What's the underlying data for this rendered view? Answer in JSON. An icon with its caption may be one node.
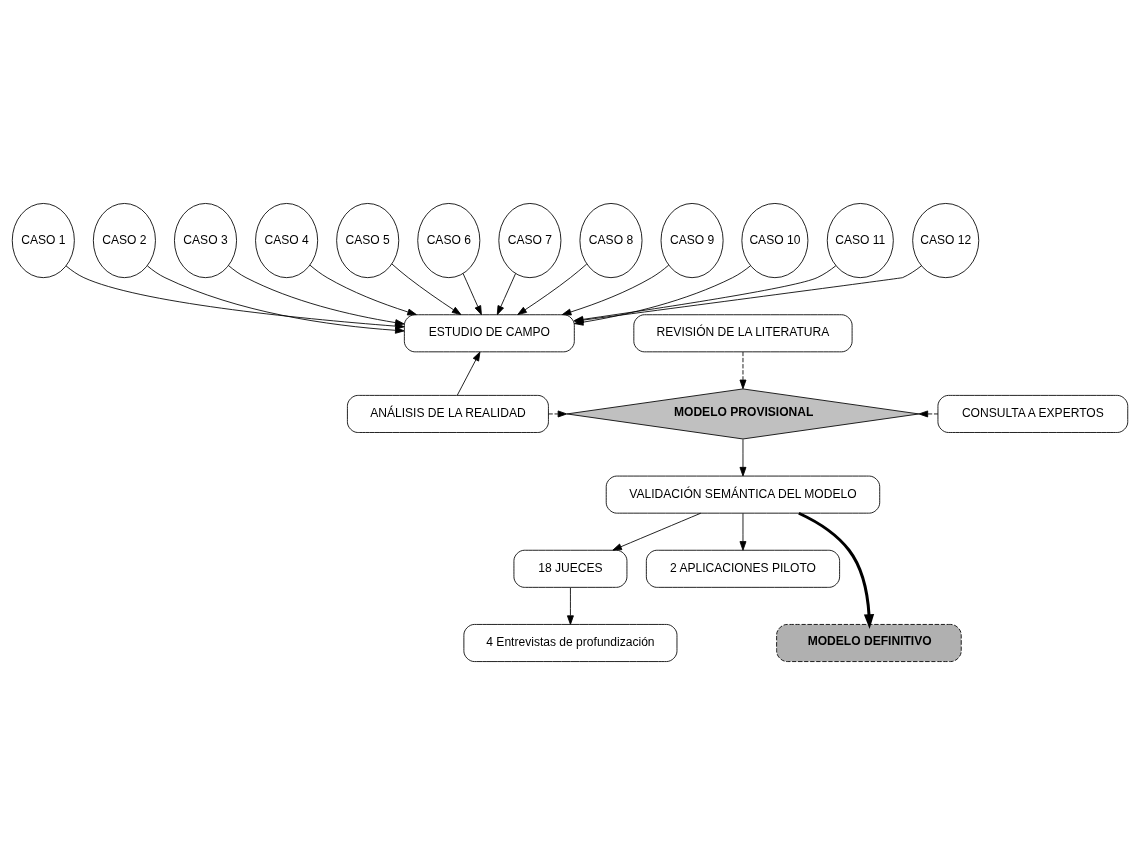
{
  "diagram": {
    "nodes": [
      {
        "text": [
          "CASO 1"
        ]
      },
      {
        "text": [
          "CASO 2"
        ]
      },
      {
        "text": [
          "CASO 3"
        ]
      },
      {
        "text": [
          "CASO 4"
        ]
      },
      {
        "text": [
          "CASO 5"
        ]
      },
      {
        "text": [
          "CASO 6"
        ]
      },
      {
        "text": [
          "CASO 7"
        ]
      },
      {
        "text": [
          "CASO 8"
        ]
      },
      {
        "text": [
          "CASO 9"
        ]
      },
      {
        "text": [
          "CASO 10"
        ]
      },
      {
        "text": [
          "CASO 11"
        ]
      },
      {
        "text": [
          "CASO 12"
        ]
      },
      {
        "text": [
          "ESTUDIO DE CAMPO"
        ]
      },
      {
        "text": [
          "REVISIÓN DE LA LITERATURA"
        ]
      },
      {
        "text": [
          "ANÁLISIS DE LA REALIDAD"
        ]
      },
      {
        "text": [
          "MODELO PROVISIONAL"
        ]
      },
      {
        "text": [
          "CONSULTA A EXPERTOS"
        ]
      },
      {
        "text": [
          "VALIDACIÓN SEMÁNTICA DEL MODELO"
        ]
      },
      {
        "text": [
          "18 JUECES"
        ]
      },
      {
        "text": [
          "2 APLICACIONES PILOTO"
        ]
      },
      {
        "text": [
          "4 Entrevistas de profundización"
        ]
      },
      {
        "text": [
          "MODELO DEFINITIVO"
        ]
      }
    ],
    "edges": [
      {
        "from": 0,
        "to": 12,
        "arrow": "to"
      },
      {
        "from": 1,
        "to": 12,
        "arrow": "to"
      },
      {
        "from": 2,
        "to": 12,
        "arrow": "to"
      },
      {
        "from": 3,
        "to": 12,
        "arrow": "to"
      },
      {
        "from": 4,
        "to": 12,
        "arrow": "to"
      },
      {
        "from": 5,
        "to": 12,
        "arrow": "to"
      },
      {
        "from": 6,
        "to": 12,
        "arrow": "to"
      },
      {
        "from": 7,
        "to": 12,
        "arrow": "to"
      },
      {
        "from": 8,
        "to": 12,
        "arrow": "to"
      },
      {
        "from": 9,
        "to": 12,
        "arrow": "to"
      },
      {
        "from": 10,
        "to": 12,
        "arrow": "to"
      },
      {
        "from": 11,
        "to": 12,
        "arrow": "to"
      },
      {
        "from": 14,
        "to": 12,
        "arrow": "to"
      },
      {
        "from": 13,
        "to": 15,
        "arrow": "to",
        "style": "dashed"
      },
      {
        "from": 14,
        "to": 15,
        "arrow": "to",
        "style": "dashed"
      },
      {
        "from": 16,
        "to": 15,
        "arrow": "to",
        "style": "dashed"
      },
      {
        "from": 15,
        "to": 17,
        "arrow": "to"
      },
      {
        "from": 17,
        "to": 18,
        "arrow": "to"
      },
      {
        "from": 17,
        "to": 19,
        "arrow": "to"
      },
      {
        "from": 17,
        "to": 21,
        "arrow": "to",
        "style": "thick"
      },
      {
        "from": 18,
        "to": 20,
        "arrow": "to"
      }
    ]
  }
}
